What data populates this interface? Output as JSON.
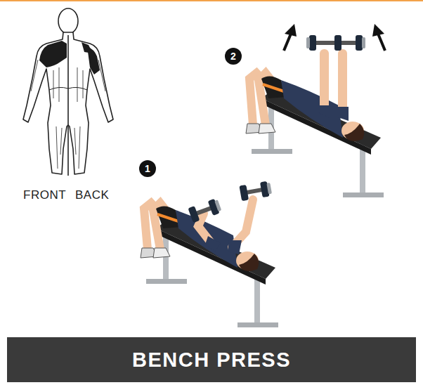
{
  "diagram": {
    "title": "BENCH PRESS",
    "labels": [
      "FRONT",
      "BACK",
      "1",
      "2"
    ]
  }
}
